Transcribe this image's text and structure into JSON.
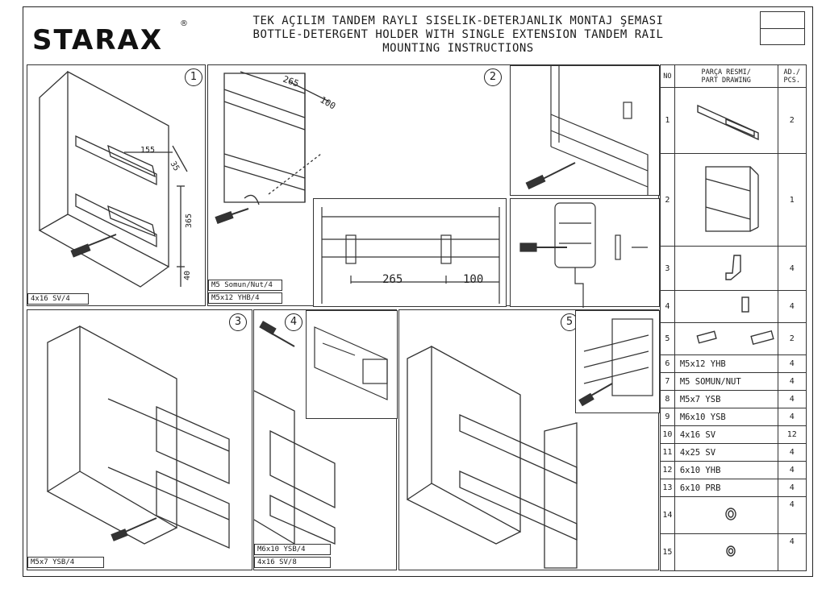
{
  "brand": {
    "logo": "STARAX",
    "reg_mark": "®"
  },
  "title": {
    "line1": "TEK AÇILIM TANDEM RAYLI SISELIK-DETERJANLIK MONTAJ ŞEMASI",
    "line2": "BOTTLE-DETERGENT HOLDER WITH SINGLE EXTENSION TANDEM RAIL",
    "line3": "MOUNTING INSTRUCTIONS"
  },
  "steps": {
    "s1": {
      "num": "1",
      "dim_155": "155",
      "dim_35": "35",
      "dim_365": "365",
      "dim_40": "40",
      "label": "4x16 SV/4"
    },
    "s2": {
      "num": "2",
      "dim_265": "265",
      "dim_100": "100",
      "label_a": "M5 Somun/Nut/4",
      "label_b": "M5x12 YHB/4",
      "detail_265": "265",
      "detail_100": "100"
    },
    "s3": {
      "num": "3",
      "label": "M5x7 YSB/4"
    },
    "s4": {
      "num": "4",
      "label_a": "M6x10 YSB/4",
      "label_b": "4x16 SV/8"
    },
    "s5": {
      "num": "5"
    }
  },
  "parts_table": {
    "headers": {
      "no": "NO",
      "drawing": "PARÇA RESMI/\nPART DRAWING",
      "qty": "AD./\nPCS."
    },
    "rows": [
      {
        "no": "1",
        "desc": "",
        "qty": "2",
        "icon": "rail-icon"
      },
      {
        "no": "2",
        "desc": "",
        "qty": "1",
        "icon": "basket-icon"
      },
      {
        "no": "3",
        "desc": "",
        "qty": "4",
        "icon": "bracket-icon"
      },
      {
        "no": "4",
        "desc": "",
        "qty": "4",
        "icon": "plate-icon"
      },
      {
        "no": "5",
        "desc": "",
        "qty": "2",
        "icon": "connector-icon"
      },
      {
        "no": "6",
        "desc": "M5x12 YHB",
        "qty": "4"
      },
      {
        "no": "7",
        "desc": "M5 SOMUN/NUT",
        "qty": "4"
      },
      {
        "no": "8",
        "desc": "M5x7 YSB",
        "qty": "4"
      },
      {
        "no": "9",
        "desc": "M6x10 YSB",
        "qty": "4"
      },
      {
        "no": "10",
        "desc": "4x16 SV",
        "qty": "12"
      },
      {
        "no": "11",
        "desc": "4x25 SV",
        "qty": "4"
      },
      {
        "no": "12",
        "desc": "6x10 YHB",
        "qty": "4"
      },
      {
        "no": "13",
        "desc": "6x10 PRB",
        "qty": "4"
      },
      {
        "no": "14",
        "desc": "",
        "qty": "4",
        "icon": "cap-icon"
      },
      {
        "no": "15",
        "desc": "",
        "qty": "4",
        "icon": "cap-icon"
      }
    ]
  }
}
